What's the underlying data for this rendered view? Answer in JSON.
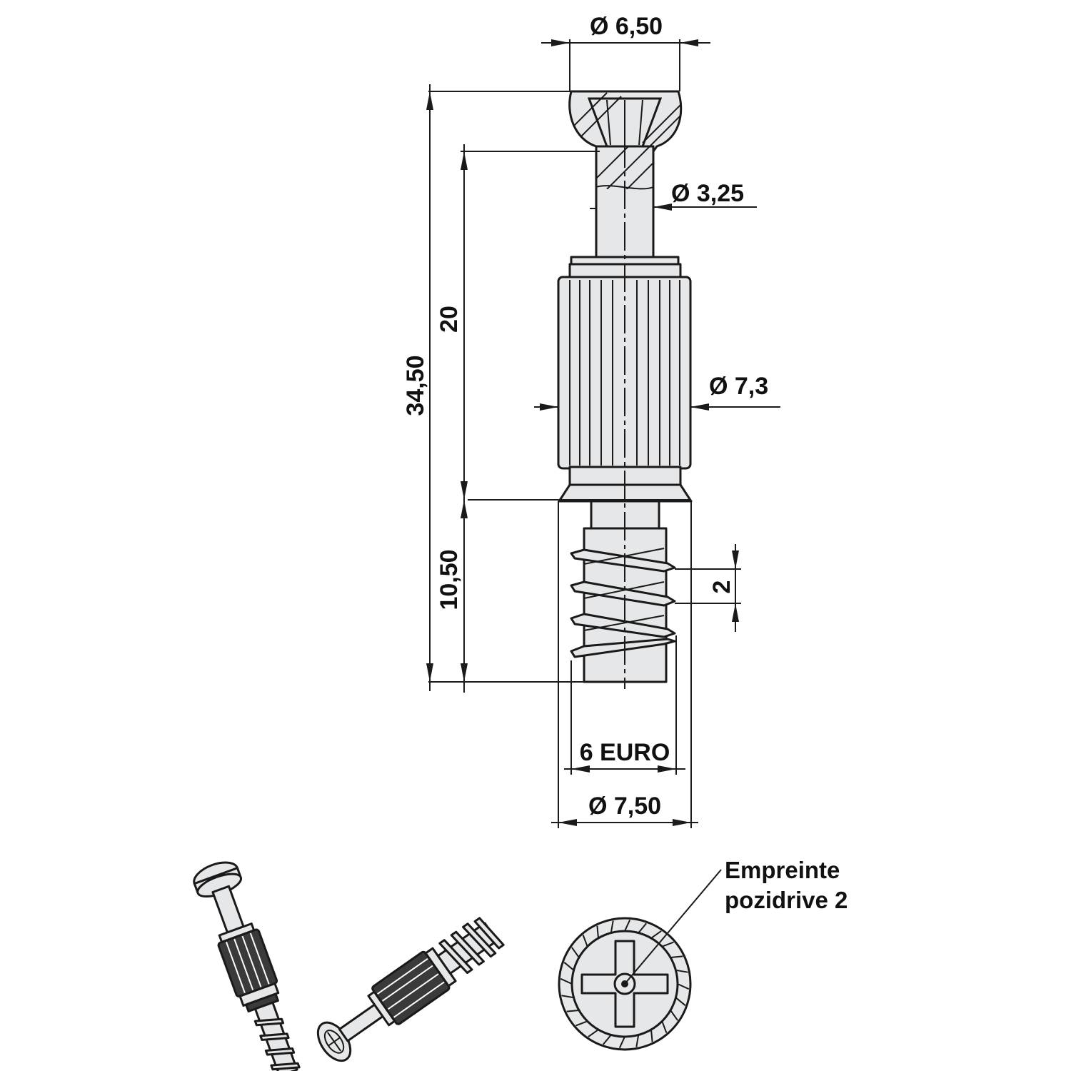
{
  "dimensions": {
    "head_diameter": "Ø 6,50",
    "neck_diameter": "Ø 3,25",
    "sleeve_diameter": "Ø 7,3",
    "total_length": "34,50",
    "upper_length": "20",
    "thread_length": "10,50",
    "thread_pitch": "2",
    "thread_type": "6 EURO",
    "thread_diameter": "Ø 7,50"
  },
  "callout": {
    "line1": "Empreinte",
    "line2": "pozidrive 2"
  },
  "colors": {
    "line": "#1a1a1a",
    "body_fill": "#e6e7e8",
    "dark_fill": "#3a3a3a",
    "background": "#ffffff"
  }
}
